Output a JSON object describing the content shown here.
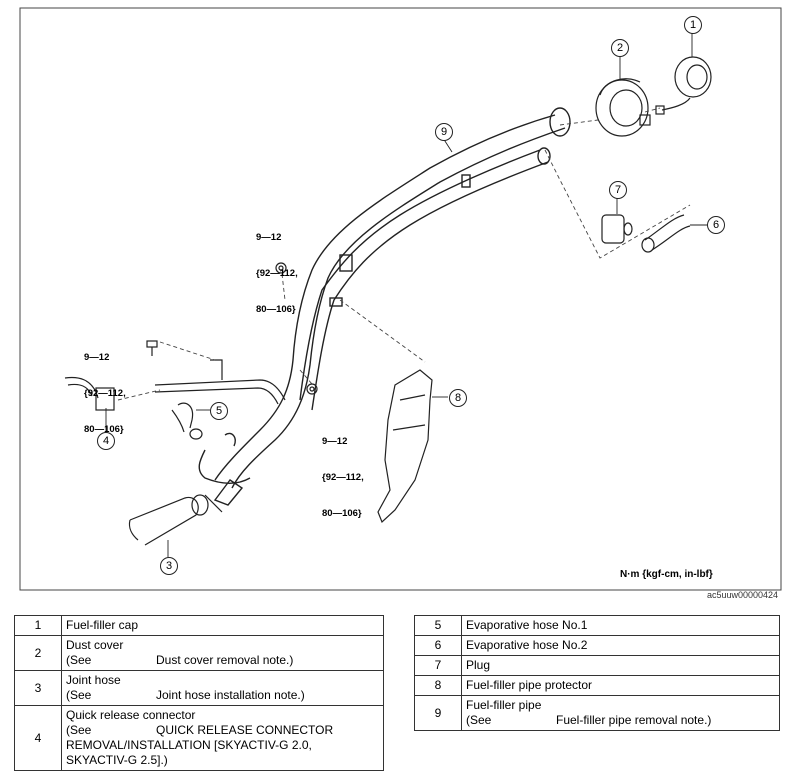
{
  "diagram": {
    "callouts": [
      "1",
      "2",
      "3",
      "4",
      "5",
      "6",
      "7",
      "8",
      "9"
    ],
    "torque_specs": {
      "top": [
        "9—12",
        "{92—112,",
        "80—106}"
      ],
      "left": [
        "9—12",
        "{92—112,",
        "80—106}"
      ],
      "right": [
        "9—12",
        "{92—112,",
        "80—106}"
      ]
    },
    "unit_note": "N·m {kgf-cm, in-lbf}",
    "reference_code": "ac5uuw00000424"
  },
  "table_left": [
    {
      "num": "1",
      "name": "Fuel-filler cap",
      "see": "",
      "note": ""
    },
    {
      "num": "2",
      "name": "Dust cover",
      "see": "(See",
      "note": "Dust cover removal note.)"
    },
    {
      "num": "3",
      "name": "Joint hose",
      "see": "(See",
      "note": "Joint hose installation note.)"
    },
    {
      "num": "4",
      "name": "Quick release connector",
      "see": "(See",
      "note": "QUICK RELEASE CONNECTOR",
      "note2": "REMOVAL/INSTALLATION [SKYACTIV-G 2.0,",
      "note3": "SKYACTIV-G 2.5].)"
    }
  ],
  "table_right": [
    {
      "num": "5",
      "name": "Evaporative hose No.1"
    },
    {
      "num": "6",
      "name": "Evaporative hose No.2"
    },
    {
      "num": "7",
      "name": "Plug"
    },
    {
      "num": "8",
      "name": "Fuel-filler pipe protector"
    },
    {
      "num": "9",
      "name": "Fuel-filler pipe",
      "see": "(See",
      "note": "Fuel-filler pipe removal note.)"
    }
  ]
}
